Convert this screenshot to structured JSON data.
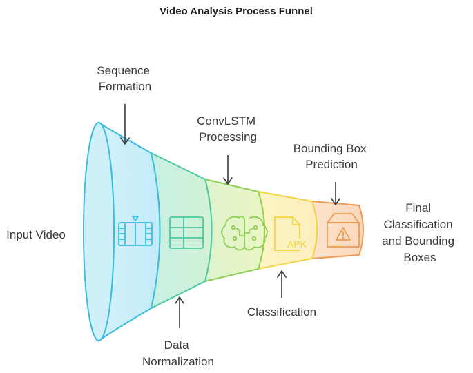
{
  "title": "Video Analysis Process Funnel",
  "colors": {
    "stage1": "#38bde0",
    "stage2": "#4cc9a3",
    "stage3": "#8fce56",
    "stage4": "#f3d53e",
    "stage5": "#ee9a54",
    "text": "#3a3a3a"
  },
  "stages": [
    {
      "icon": "film-strip-icon"
    },
    {
      "icon": "table-grid-icon"
    },
    {
      "icon": "brain-circuit-icon"
    },
    {
      "icon": "apk-file-icon",
      "icon_text": "APK"
    },
    {
      "icon": "warning-box-icon"
    }
  ],
  "labels": {
    "input": [
      "Input Video"
    ],
    "sequence": [
      "Sequence",
      "Formation"
    ],
    "convlstm": [
      "ConvLSTM",
      "Processing"
    ],
    "bounding": [
      "Bounding Box",
      "Prediction"
    ],
    "final": [
      "Final",
      "Classification",
      "and Bounding",
      "Boxes"
    ],
    "normalization": [
      "Data",
      "Normalization"
    ],
    "classification": [
      "Classification"
    ]
  }
}
